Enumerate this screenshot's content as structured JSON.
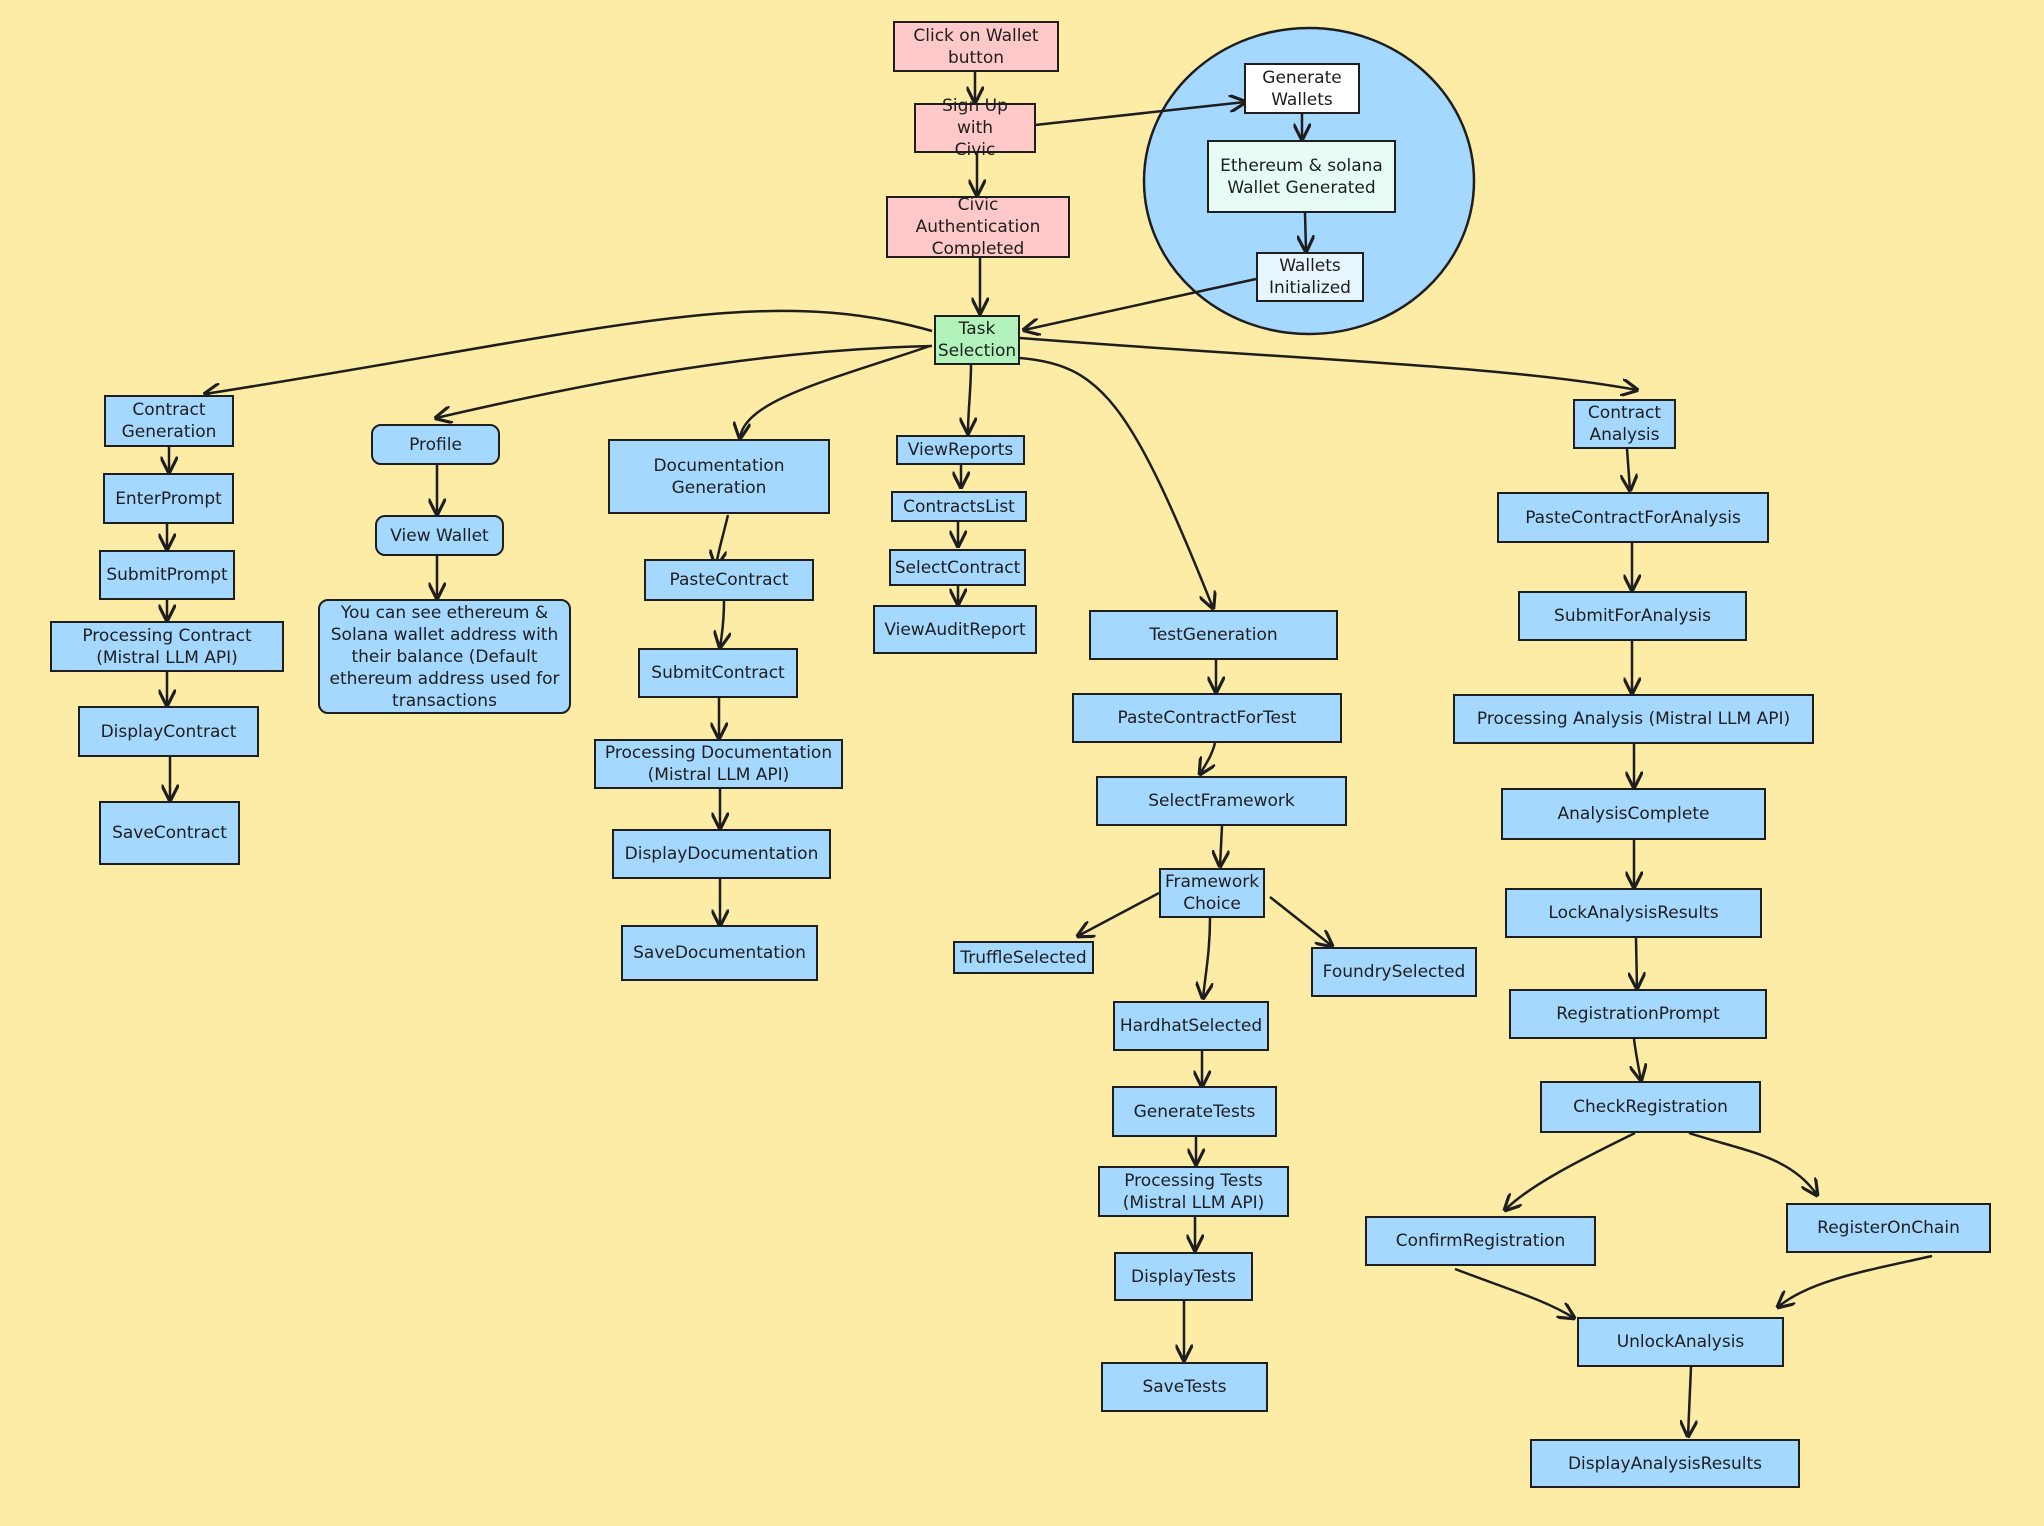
{
  "nodes": {
    "click_wallet": "Click on Wallet\nbutton",
    "sign_up": "Sign Up with\nCivic",
    "civic_auth": "Civic Authentication\nCompleted",
    "generate_wallets": "Generate\nWallets",
    "wallets_generated": "Ethereum & solana\nWallet Generated",
    "wallets_initialized": "Wallets\nInitialized",
    "task_selection": "Task\nSelection",
    "contract_generation": "Contract\nGeneration",
    "enter_prompt": "EnterPrompt",
    "submit_prompt": "SubmitPrompt",
    "processing_contract": "Processing Contract\n(Mistral LLM API)",
    "display_contract": "DisplayContract",
    "save_contract": "SaveContract",
    "profile": "Profile",
    "view_wallet": "View Wallet",
    "wallet_info": "You can see ethereum &\nSolana wallet address with\ntheir balance (Default\nethereum address used for\ntransactions",
    "documentation_generation": "Documentation\nGeneration",
    "paste_contract": "PasteContract",
    "submit_contract": "SubmitContract",
    "processing_documentation": "Processing Documentation\n(Mistral LLM API)",
    "display_documentation": "DisplayDocumentation",
    "save_documentation": "SaveDocumentation",
    "view_reports": "ViewReports",
    "contracts_list": "ContractsList",
    "select_contract": "SelectContract",
    "view_audit_report": "ViewAuditReport",
    "test_generation": "TestGeneration",
    "paste_contract_for_test": "PasteContractForTest",
    "select_framework": "SelectFramework",
    "framework_choice": "Framework\nChoice",
    "truffle_selected": "TruffleSelected",
    "foundry_selected": "FoundrySelected",
    "hardhat_selected": "HardhatSelected",
    "generate_tests": "GenerateTests",
    "processing_tests": "Processing Tests\n(Mistral LLM API)",
    "display_tests": "DisplayTests",
    "save_tests": "SaveTests",
    "contract_analysis": "Contract\nAnalysis",
    "paste_contract_for_analysis": "PasteContractForAnalysis",
    "submit_for_analysis": "SubmitForAnalysis",
    "processing_analysis": "Processing Analysis (Mistral LLM API)",
    "analysis_complete": "AnalysisComplete",
    "lock_analysis_results": "LockAnalysisResults",
    "registration_prompt": "RegistrationPrompt",
    "check_registration": "CheckRegistration",
    "confirm_registration": "ConfirmRegistration",
    "register_on_chain": "RegisterOnChain",
    "unlock_analysis": "UnlockAnalysis",
    "display_analysis_results": "DisplayAnalysisResults"
  },
  "colors": {
    "background": "#fdeca6",
    "process_fill": "#a5d8ff",
    "auth_fill": "#ffc9c9",
    "task_fill": "#b2f2bb",
    "wallet_group_fill": "#a5d8ff",
    "stroke": "#1e1e1e"
  }
}
